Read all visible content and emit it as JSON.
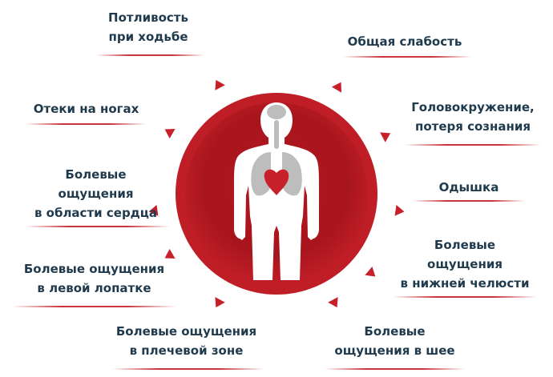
{
  "colors": {
    "circle_outer": "#c01e27",
    "circle_inner": "#a8151d",
    "arrow": "#c8202a",
    "text": "#1f3a4d",
    "body": "#ffffff",
    "organs": "#bdbdbd",
    "heart": "#c8202a"
  },
  "figure": {
    "icon": "human-body-silhouette-icon"
  },
  "symptoms": {
    "sweating": [
      "Потливость",
      "при ходьбе"
    ],
    "weakness": [
      "Общая слабость"
    ],
    "leg_edema": [
      "Отеки на ногах"
    ],
    "dizziness": [
      "Головокружение,",
      "потеря сознания"
    ],
    "heart_pain": [
      "Болевые",
      "ощущения",
      "в области сердца"
    ],
    "dyspnea": [
      "Одышка"
    ],
    "shoulder_blade_pain": [
      "Болевые ощущения",
      "в левой лопатке"
    ],
    "jaw_pain": [
      "Болевые",
      "ощущения",
      "в нижней челюсти"
    ],
    "shoulder_pain": [
      "Болевые ощущения",
      "в плечевой зоне"
    ],
    "neck_pain": [
      "Болевые",
      "ощущения в шее"
    ]
  }
}
